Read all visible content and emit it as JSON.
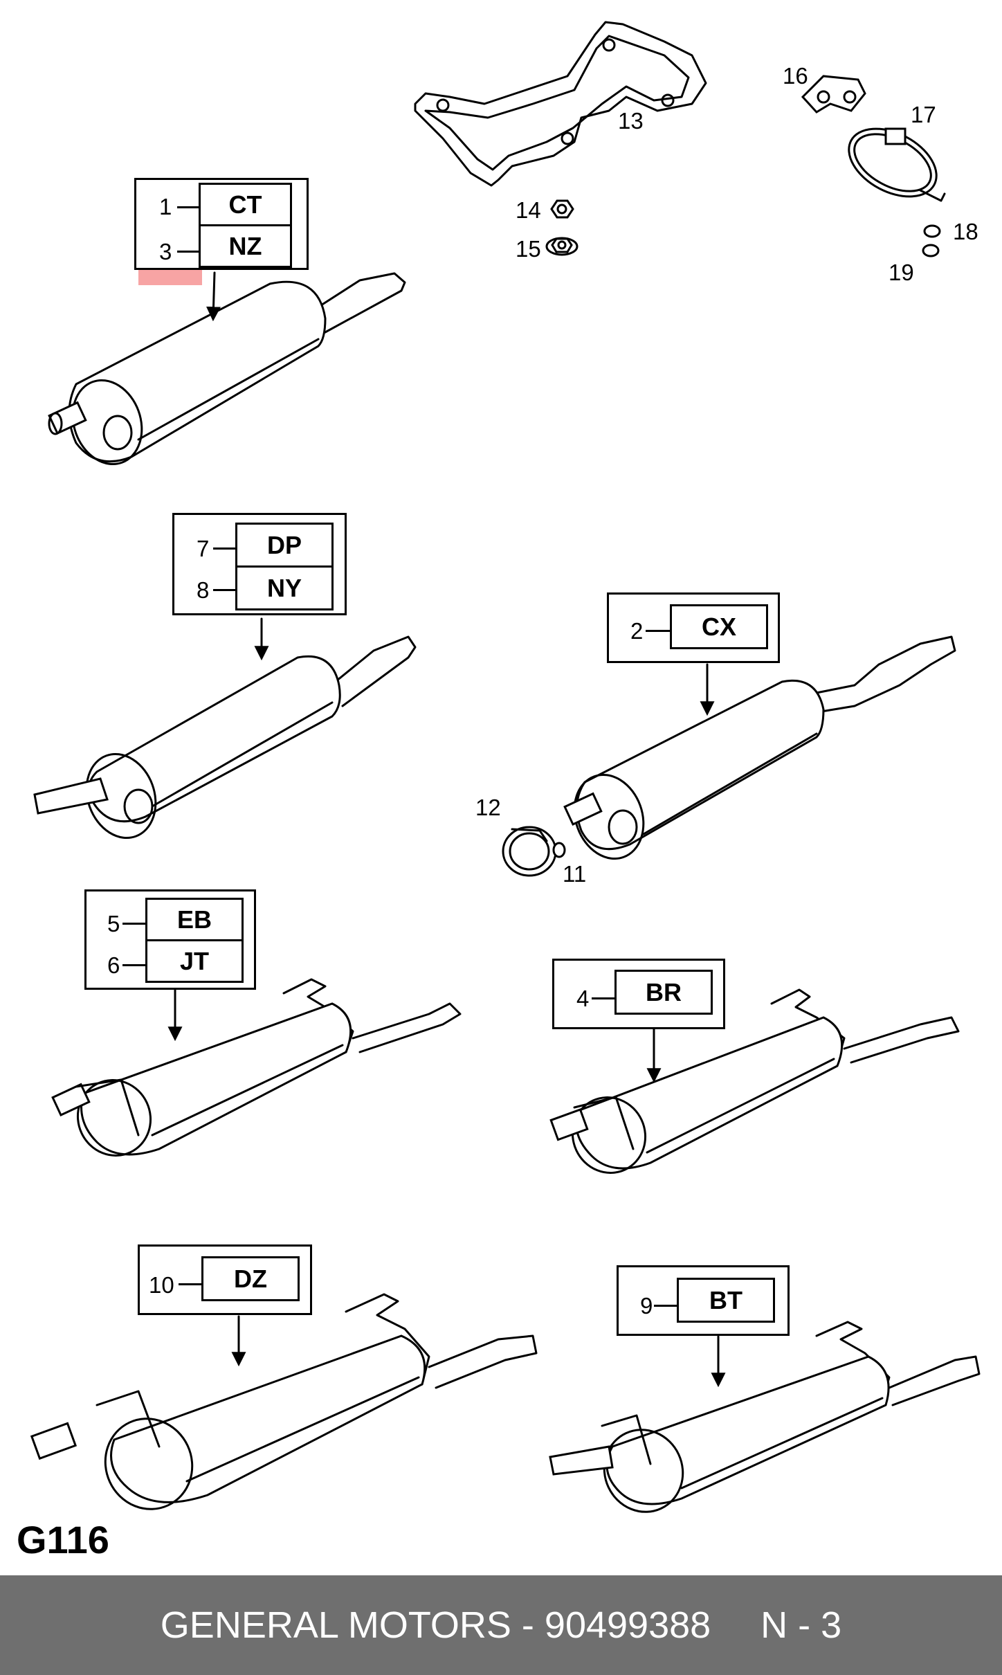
{
  "diagram": {
    "page_code": "G116",
    "highlight_color": "#f05a5a",
    "callouts": [
      {
        "id": "c1",
        "rows": [
          {
            "num": "1",
            "code": "CT"
          },
          {
            "num": "3",
            "code": "NZ"
          }
        ]
      },
      {
        "id": "c7",
        "rows": [
          {
            "num": "7",
            "code": "DP"
          },
          {
            "num": "8",
            "code": "NY"
          }
        ]
      },
      {
        "id": "c2",
        "rows": [
          {
            "num": "2",
            "code": "CX"
          }
        ]
      },
      {
        "id": "c5",
        "rows": [
          {
            "num": "5",
            "code": "EB"
          },
          {
            "num": "6",
            "code": "JT"
          }
        ]
      },
      {
        "id": "c4",
        "rows": [
          {
            "num": "4",
            "code": "BR"
          }
        ]
      },
      {
        "id": "c10",
        "rows": [
          {
            "num": "10",
            "code": "DZ"
          }
        ]
      },
      {
        "id": "c9",
        "rows": [
          {
            "num": "9",
            "code": "BT"
          }
        ]
      }
    ],
    "part_labels": {
      "p11": "11",
      "p12": "12",
      "p13": "13",
      "p14": "14",
      "p15": "15",
      "p16": "16",
      "p17": "17",
      "p18": "18",
      "p19": "19"
    },
    "highlighted_row": "3"
  },
  "footer": {
    "brand": "GENERAL MOTORS",
    "dash": "-",
    "part_number": "90499388",
    "page": "N - 3"
  }
}
